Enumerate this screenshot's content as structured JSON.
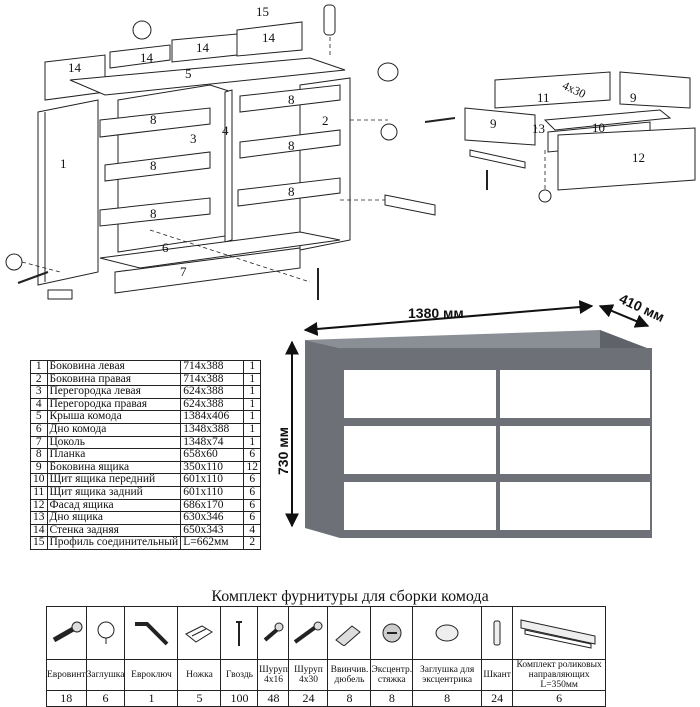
{
  "diagram": {
    "part_numbers": [
      "1",
      "2",
      "3",
      "4",
      "5",
      "6",
      "7",
      "8",
      "8",
      "8",
      "8",
      "8",
      "8",
      "9",
      "9",
      "10",
      "11",
      "12",
      "13",
      "14",
      "14",
      "14",
      "14",
      "15"
    ],
    "drawer_screw_label": "4x30",
    "dimensions": {
      "width": "1380 мм",
      "depth": "410 мм",
      "height": "730 мм"
    },
    "colors": {
      "body": "#6d7177",
      "body_top": "#8a8f95",
      "front": "#ffffff"
    }
  },
  "parts": [
    {
      "no": "1",
      "name": "Боковина левая",
      "size": "714х388",
      "qty": "1"
    },
    {
      "no": "2",
      "name": "Боковина правая",
      "size": "714х388",
      "qty": "1"
    },
    {
      "no": "3",
      "name": "Перегородка левая",
      "size": "624х388",
      "qty": "1"
    },
    {
      "no": "4",
      "name": "Перегородка правая",
      "size": "624х388",
      "qty": "1"
    },
    {
      "no": "5",
      "name": "Крыша комода",
      "size": "1384х406",
      "qty": "1"
    },
    {
      "no": "6",
      "name": "Дно комода",
      "size": "1348х388",
      "qty": "1"
    },
    {
      "no": "7",
      "name": "Цоколь",
      "size": "1348х74",
      "qty": "1"
    },
    {
      "no": "8",
      "name": "Планка",
      "size": "658х60",
      "qty": "6"
    },
    {
      "no": "9",
      "name": "Боковина ящика",
      "size": "350х110",
      "qty": "12"
    },
    {
      "no": "10",
      "name": "Щит ящика передний",
      "size": "601х110",
      "qty": "6"
    },
    {
      "no": "11",
      "name": "Щит ящика задний",
      "size": "601х110",
      "qty": "6"
    },
    {
      "no": "12",
      "name": "Фасад ящика",
      "size": "686х170",
      "qty": "6"
    },
    {
      "no": "13",
      "name": "Дно ящика",
      "size": "630х346",
      "qty": "6"
    },
    {
      "no": "14",
      "name": "Стенка задняя",
      "size": "650х343",
      "qty": "4"
    },
    {
      "no": "15",
      "name": "Профиль соединительный",
      "size": "L=662мм",
      "qty": "2"
    }
  ],
  "kit": {
    "title": "Комплект фурнитуры для сборки комода",
    "items": [
      {
        "icon": "euroscrew-icon",
        "label": "Евровинт",
        "count": "18"
      },
      {
        "icon": "cap-icon",
        "label": "Заглушка",
        "count": "6"
      },
      {
        "icon": "hex-key-icon",
        "label": "Еврoключ",
        "count": "1"
      },
      {
        "icon": "foot-icon",
        "label": "Ножка",
        "count": "5"
      },
      {
        "icon": "nail-icon",
        "label": "Гвоздь",
        "count": "100"
      },
      {
        "icon": "screw-4x16-icon",
        "label": "Шуруп 4х16",
        "count": "48"
      },
      {
        "icon": "screw-4x30-icon",
        "label": "Шуруп 4х30",
        "count": "24"
      },
      {
        "icon": "dowel-sleeve-icon",
        "label": "Ввинчив. дюбель",
        "count": "8"
      },
      {
        "icon": "eccentric-icon",
        "label": "Эксцентр. стяжка",
        "count": "8"
      },
      {
        "icon": "eccentric-cap-icon",
        "label": "Заглушка для эксцентрика",
        "count": "8"
      },
      {
        "icon": "dowel-icon",
        "label": "Шкант",
        "count": "24"
      },
      {
        "icon": "roller-guides-icon",
        "label": "Комплект роликовых направляющих L=350мм",
        "count": "6"
      }
    ]
  }
}
